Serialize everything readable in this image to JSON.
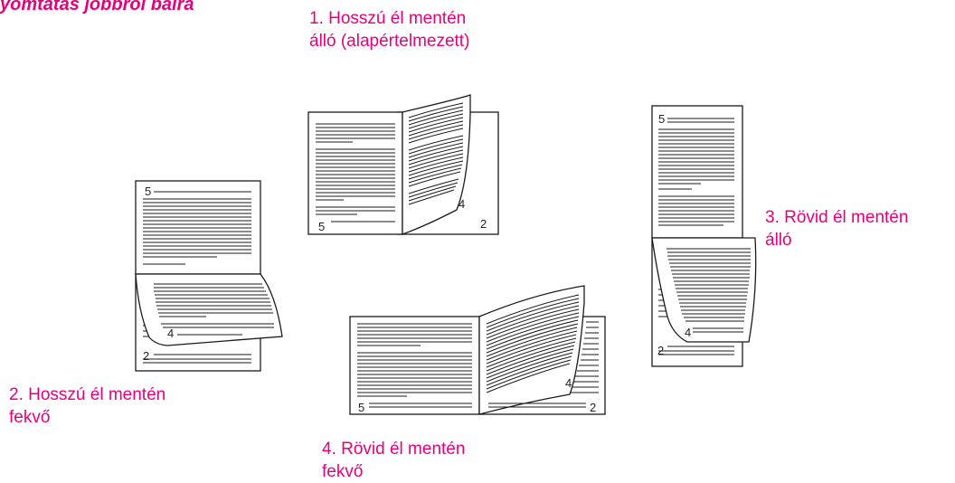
{
  "heading": "yomtatás jobbról balra",
  "colors": {
    "caption": "#e6007e",
    "line": "#1a1a1a"
  },
  "options": [
    {
      "line1": "1. Hosszú él mentén",
      "line2": "álló (alapértelmezett)",
      "nums": [
        "5",
        "4",
        "2"
      ]
    },
    {
      "line1": "2. Hosszú él mentén",
      "line2": "fekvő",
      "nums": [
        "5",
        "4",
        "2"
      ]
    },
    {
      "line1": "3. Rövid él mentén",
      "line2": "álló",
      "nums": [
        "5",
        "4",
        "2"
      ]
    },
    {
      "line1": "4. Rövid él mentén",
      "line2": "fekvő",
      "nums": [
        "5",
        "4",
        "2"
      ]
    }
  ]
}
